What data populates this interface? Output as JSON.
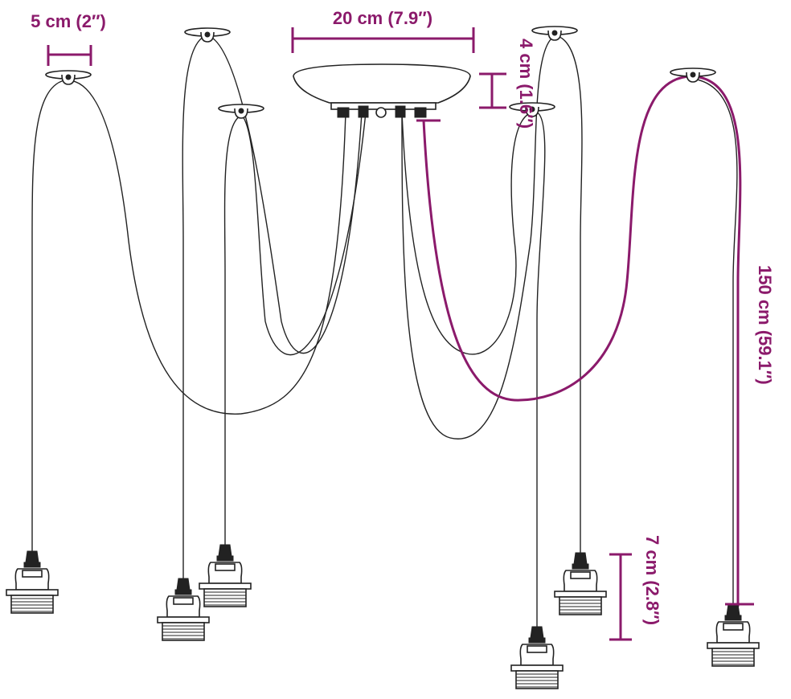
{
  "dimensions": {
    "hook_width": "5 cm (2″)",
    "canopy_width": "20 cm (7.9″)",
    "canopy_height": "4 cm (1.6″)",
    "cord_length": "150 cm (59.1″)",
    "socket_height": "7 cm (2.8″)"
  },
  "colors": {
    "dimension": "#8B1A6B",
    "line": "#222222",
    "background": "#ffffff"
  },
  "parts": [
    "ceiling-canopy",
    "ceiling-hook",
    "cord",
    "lamp-socket"
  ]
}
